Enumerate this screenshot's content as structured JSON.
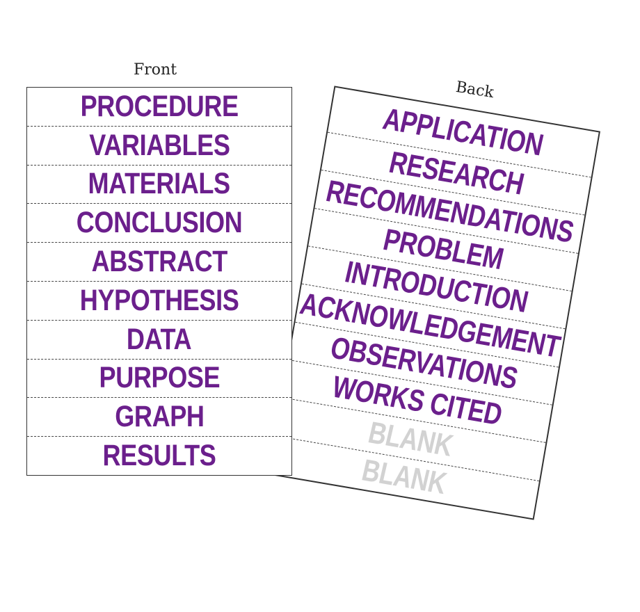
{
  "colors": {
    "word": "#6b1f8c",
    "blank": "#d2d2d2"
  },
  "front": {
    "label": "Front",
    "items": [
      "PROCEDURE",
      "VARIABLES",
      "MATERIALS",
      "CONCLUSION",
      "ABSTRACT",
      "HYPOTHESIS",
      "DATA",
      "PURPOSE",
      "GRAPH",
      "RESULTS"
    ]
  },
  "back": {
    "label": "Back",
    "items": [
      "APPLICATION",
      "RESEARCH",
      "RECOMMENDATIONS",
      "PROBLEM",
      "INTRODUCTION",
      "ACKNOWLEDGEMENT",
      "OBSERVATIONS",
      "WORKS CITED",
      "BLANK",
      "BLANK"
    ]
  }
}
